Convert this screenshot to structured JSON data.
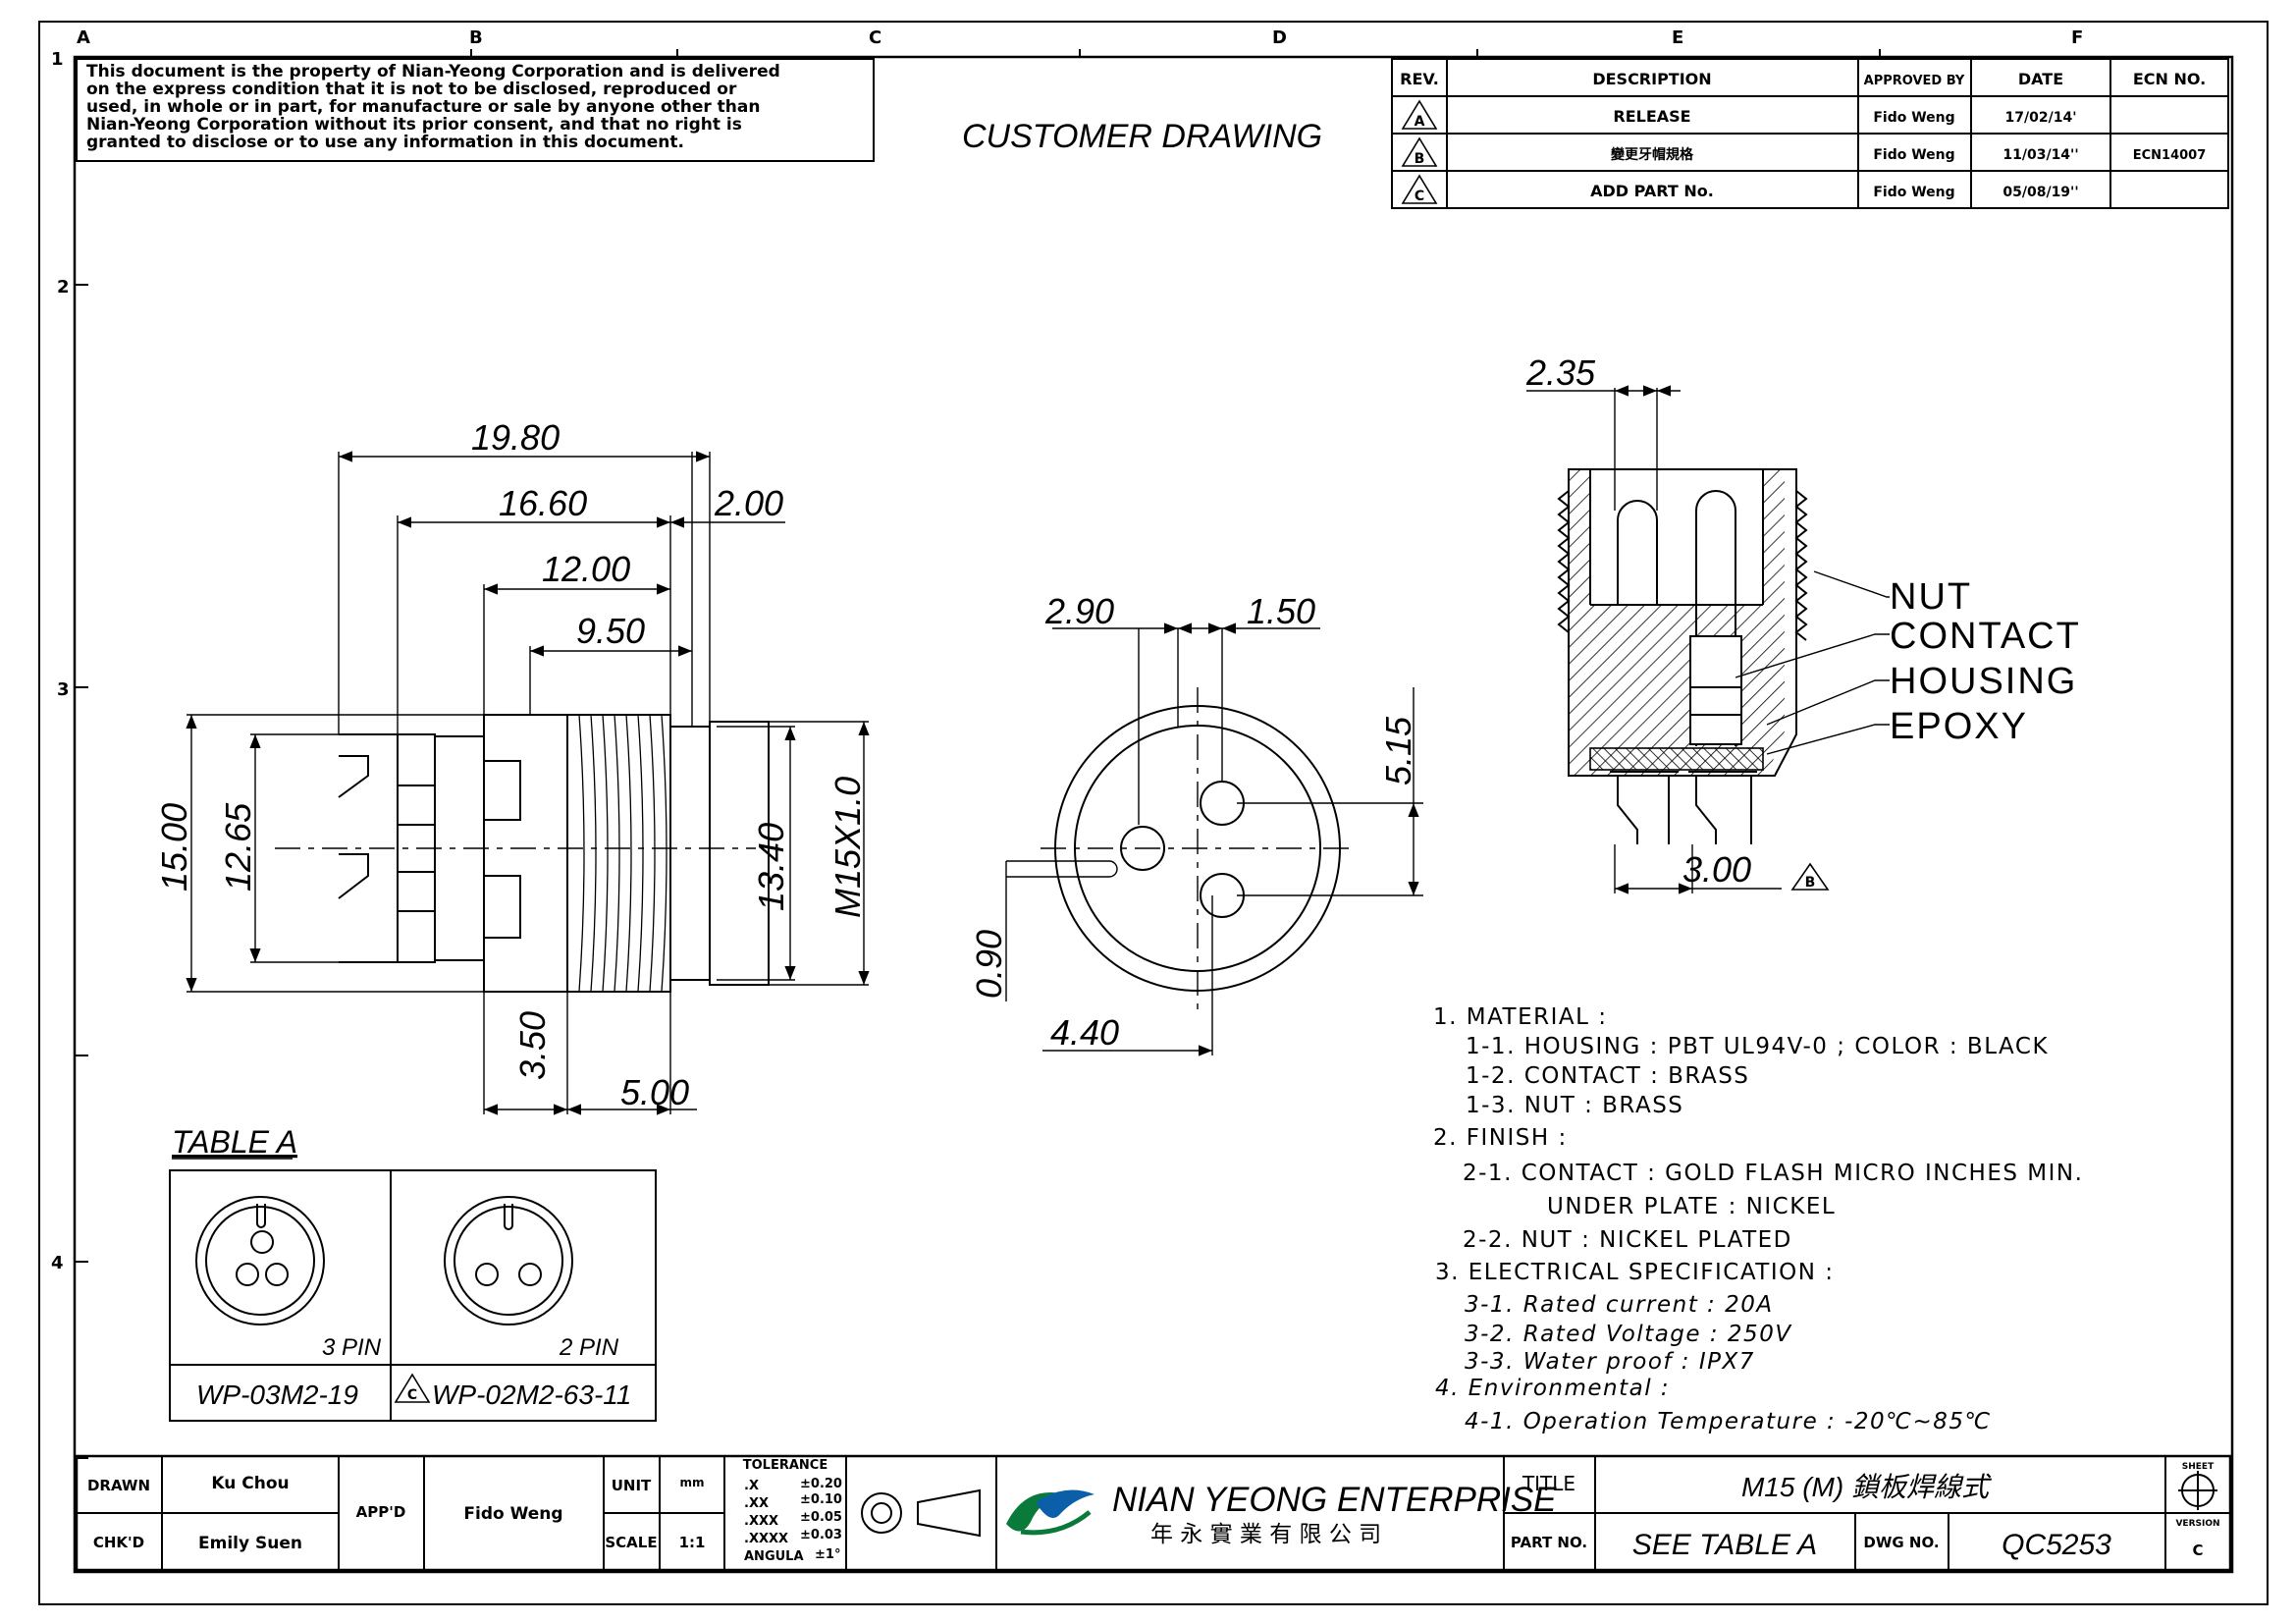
{
  "frame": {
    "col_letters": [
      "A",
      "B",
      "C",
      "D",
      "E",
      "F"
    ],
    "row_numbers": [
      "1",
      "2",
      "3",
      "4"
    ]
  },
  "notice": [
    "This document is the property of Nian-Yeong Corporation and is delivered",
    "on the express condition that it is not to be disclosed, reproduced or",
    "used, in whole or in part, for manufacture or sale by anyone other than",
    "Nian-Yeong Corporation without its prior consent, and that no right is",
    "granted to disclose or to use any information in this document."
  ],
  "drawing_title": "CUSTOMER DRAWING",
  "revisions": {
    "headers": [
      "REV.",
      "DESCRIPTION",
      "APPROVED BY",
      "DATE",
      "ECN NO."
    ],
    "rows": [
      {
        "rev": "A",
        "description": "RELEASE",
        "approved": "Fido Weng",
        "date": "17/02/14'",
        "ecn": ""
      },
      {
        "rev": "B",
        "description": "變更牙帽規格",
        "approved": "Fido Weng",
        "date": "11/03/14''",
        "ecn": "ECN14007"
      },
      {
        "rev": "C",
        "description": "ADD PART No.",
        "approved": "Fido Weng",
        "date": "05/08/19''",
        "ecn": ""
      }
    ]
  },
  "side_view": {
    "dims": [
      "19.80",
      "16.60",
      "2.00",
      "12.00",
      "9.50",
      "15.00",
      "12.65",
      "13.40",
      "M15X1.0",
      "3.50",
      "5.00"
    ]
  },
  "front_view": {
    "dims": [
      "2.90",
      "1.50",
      "5.15",
      "0.90",
      "4.40"
    ]
  },
  "section_view": {
    "dims": [
      "2.35",
      "3.00"
    ],
    "rev_mark": "B",
    "labels": [
      "NUT",
      "CONTACT",
      "HOUSING",
      "EPOXY"
    ]
  },
  "table_a": {
    "title": "TABLE A",
    "cells": [
      {
        "pins": "3 PIN",
        "part": "WP-03M2-19",
        "rev_mark": ""
      },
      {
        "pins": "2 PIN",
        "part": "WP-02M2-63-11",
        "rev_mark": "C"
      }
    ]
  },
  "notes": [
    "1. MATERIAL :",
    "1-1. HOUSING : PBT UL94V-0 ; COLOR : BLACK",
    "1-2. CONTACT : BRASS",
    "1-3. NUT : BRASS",
    "2. FINISH :",
    "2-1. CONTACT : GOLD FLASH MICRO INCHES MIN.",
    "UNDER PLATE : NICKEL",
    "2-2. NUT : NICKEL PLATED",
    "3. ELECTRICAL SPECIFICATION :",
    "3-1. Rated current : 20A",
    "3-2. Rated Voltage : 250V",
    "3-3. Water proof : IPX7",
    "4. Environmental :",
    "4-1. Operation Temperature : -20℃~85℃"
  ],
  "title_block": {
    "drawn_label": "DRAWN",
    "drawn": "Ku Chou",
    "chkd_label": "CHK'D",
    "chkd": "Emily Suen",
    "appd_label": "APP'D",
    "appd": "Fido Weng",
    "unit_label": "UNIT",
    "unit": "mm",
    "scale_label": "SCALE",
    "scale": "1:1",
    "tolerance_title": "TOLERANCE",
    "tolerances": [
      {
        "k": ".X",
        "v": "±0.20"
      },
      {
        "k": ".XX",
        "v": "±0.10"
      },
      {
        "k": ".XXX",
        "v": "±0.05"
      },
      {
        "k": ".XXXX",
        "v": "±0.03"
      },
      {
        "k": "ANGULA",
        "v": "±1°"
      }
    ],
    "company": "NIAN YEONG ENTERPRISE",
    "company_cn": "年 永 實 業 有 限 公 司",
    "title_label": "TITLE",
    "title": "M15 (M) 鎖板焊線式",
    "part_label": "PART NO.",
    "part": "SEE TABLE A",
    "dwg_label": "DWG NO.",
    "dwg": "QC5253",
    "sheet_label": "SHEET",
    "version_label": "VERSION",
    "version": "C"
  }
}
